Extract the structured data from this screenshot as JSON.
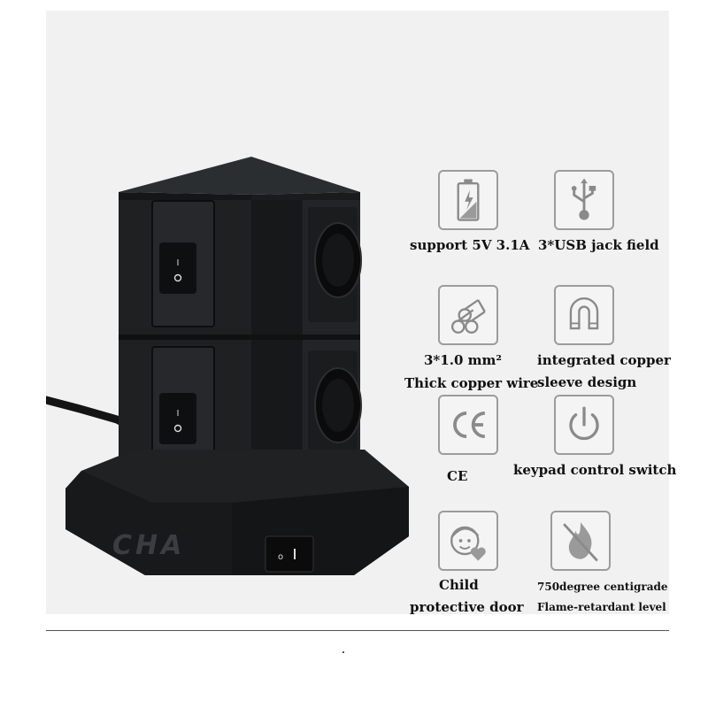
{
  "brand": {
    "logo_text": "CHA"
  },
  "features": [
    {
      "icon": "battery-charge-icon",
      "lines": [
        "support 5V 3.1A"
      ]
    },
    {
      "icon": "usb-icon",
      "lines": [
        "3*USB jack field"
      ]
    },
    {
      "icon": "copper-wire-icon",
      "lines": [
        "3*1.0 mm²",
        "Thick copper wire"
      ]
    },
    {
      "icon": "magnet-icon",
      "lines": [
        "integrated copper",
        "sleeve design"
      ]
    },
    {
      "icon": "ce-mark-icon",
      "lines": [
        "CE"
      ]
    },
    {
      "icon": "power-icon",
      "lines": [
        "keypad  control switch"
      ]
    },
    {
      "icon": "child-face-icon",
      "lines": [
        "Child",
        "protective door"
      ]
    },
    {
      "icon": "no-flame-icon",
      "lines": [
        "750degree centigrade",
        "Flame-retardant level"
      ]
    }
  ],
  "colors": {
    "product": "#1c1e20",
    "icon_stroke": "#9c9c9c",
    "background": "#f1f1f1"
  }
}
